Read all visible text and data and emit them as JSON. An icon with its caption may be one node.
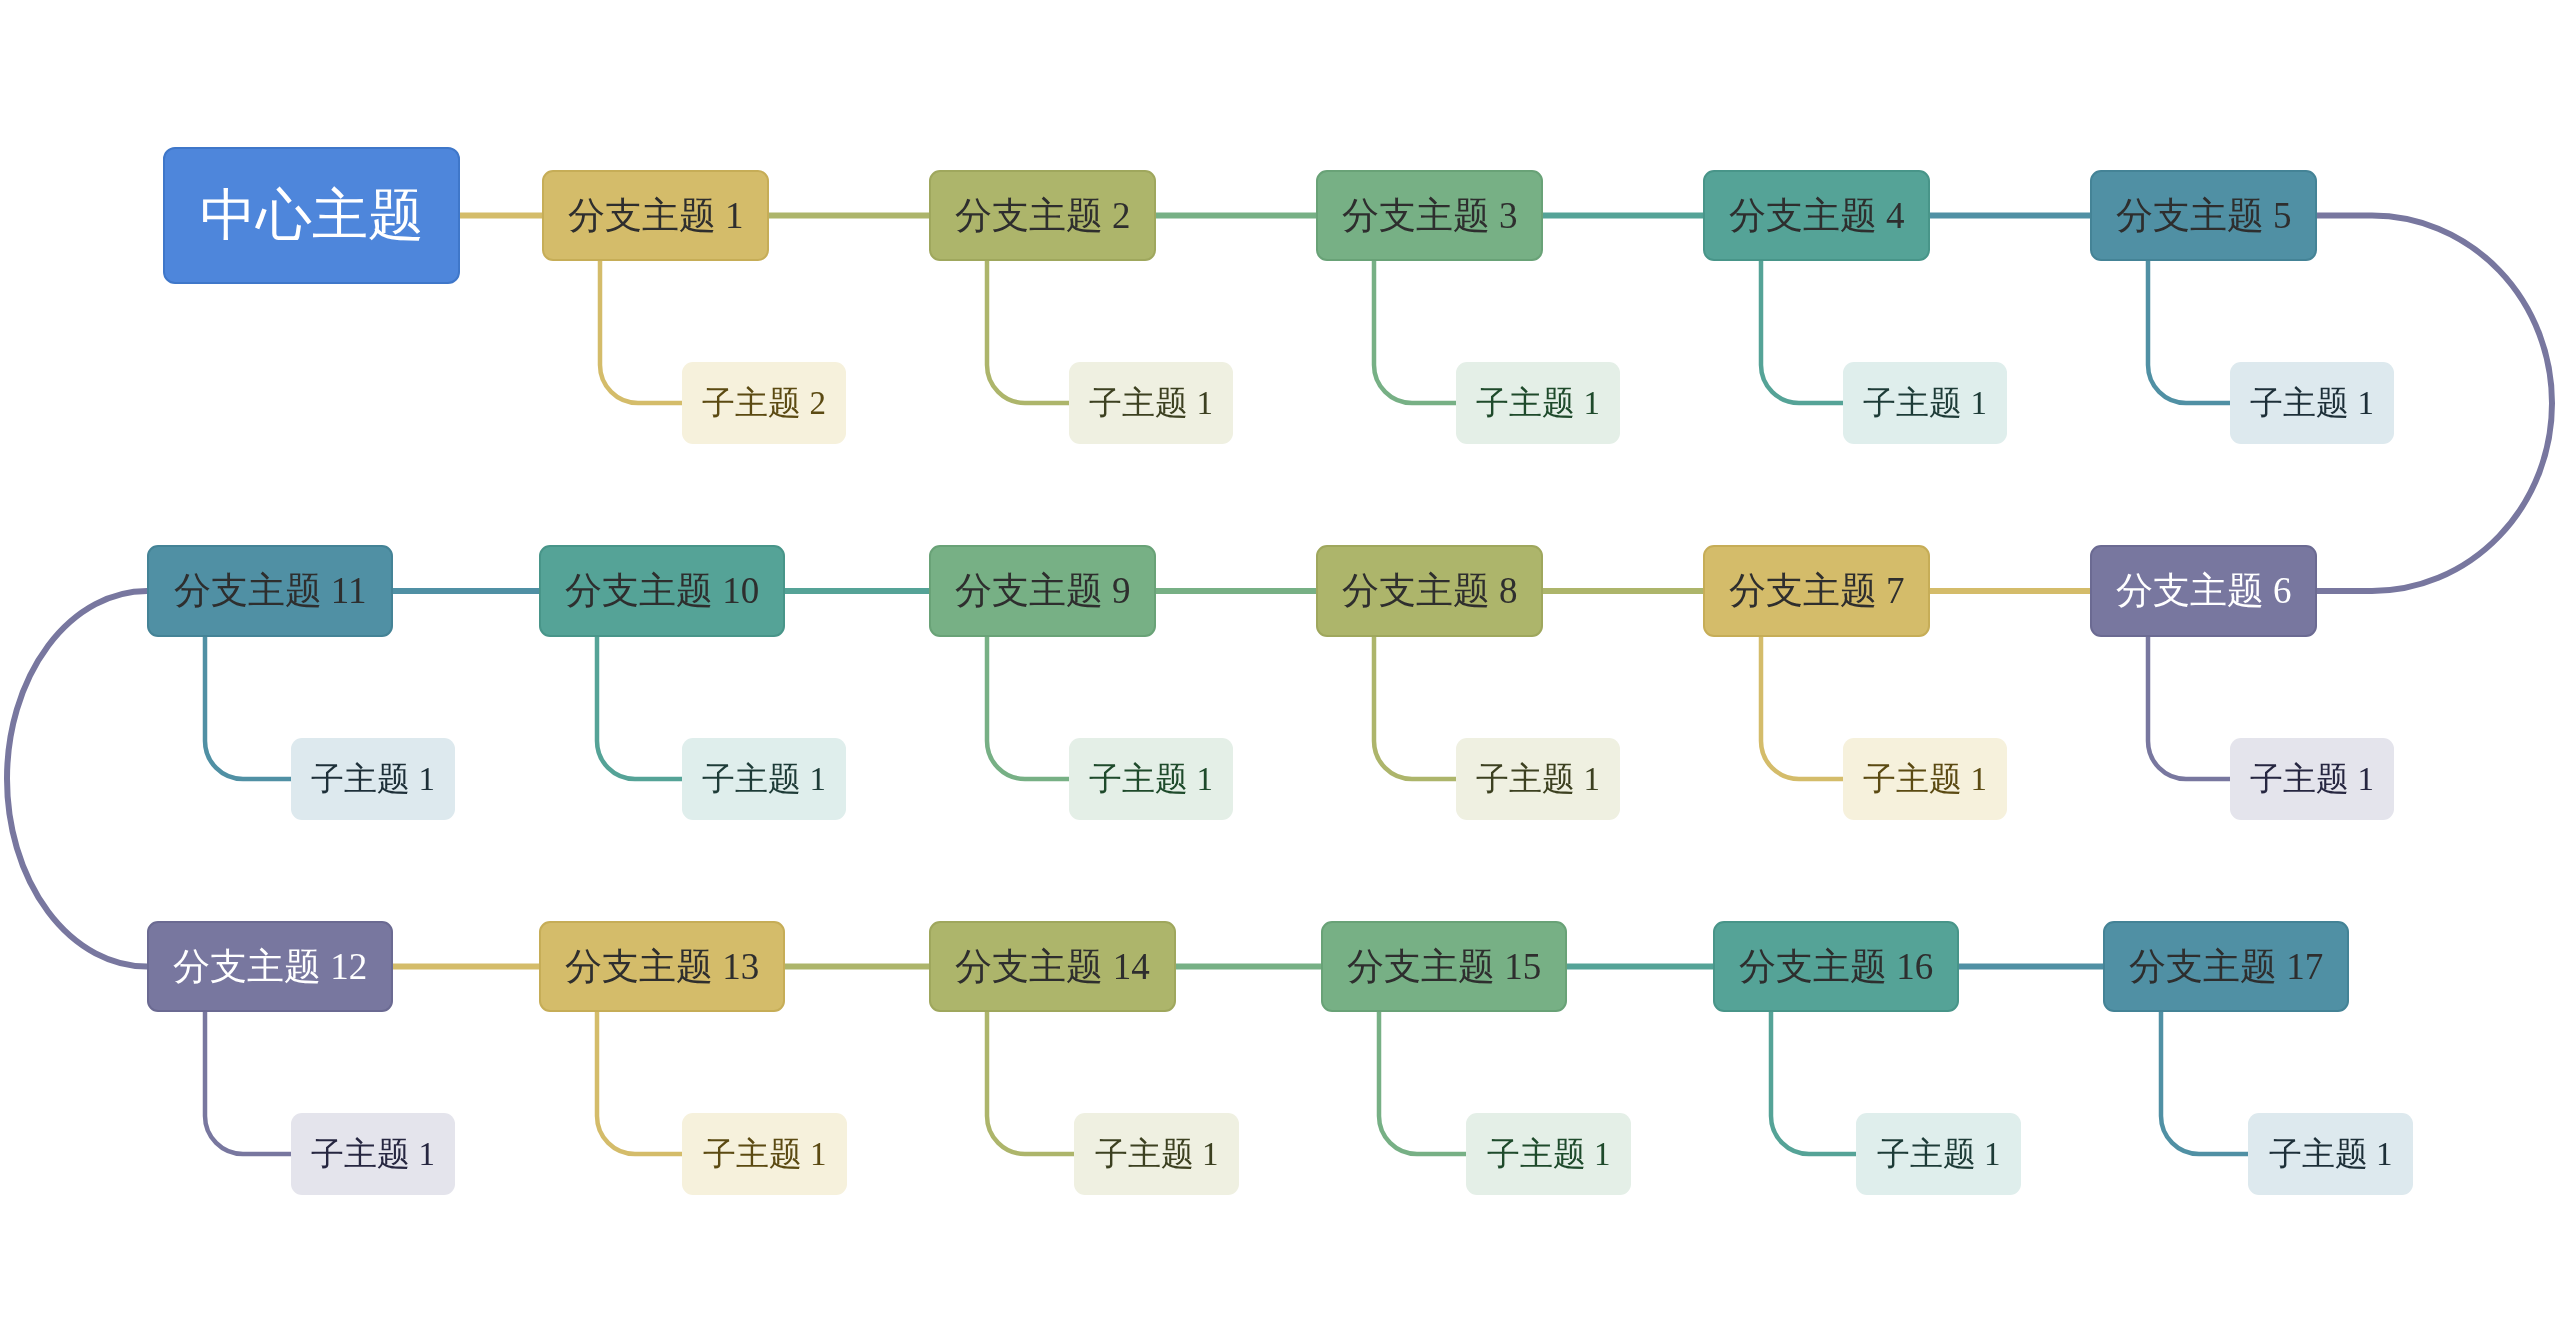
{
  "diagram": {
    "nodes": [
      {
        "text": [
          "中心主题"
        ]
      },
      {
        "text": [
          "分支主题 1"
        ]
      },
      {
        "text": [
          "子主题 2"
        ]
      },
      {
        "text": [
          "分支主题 2"
        ]
      },
      {
        "text": [
          "子主题 1"
        ]
      },
      {
        "text": [
          "分支主题 3"
        ]
      },
      {
        "text": [
          "子主题 1"
        ]
      },
      {
        "text": [
          "分支主题 4"
        ]
      },
      {
        "text": [
          "子主题 1"
        ]
      },
      {
        "text": [
          "分支主题 5"
        ]
      },
      {
        "text": [
          "子主题 1"
        ]
      },
      {
        "text": [
          "分支主题 6"
        ]
      },
      {
        "text": [
          "子主题 1"
        ]
      },
      {
        "text": [
          "分支主题 7"
        ]
      },
      {
        "text": [
          "子主题 1"
        ]
      },
      {
        "text": [
          "分支主题 8"
        ]
      },
      {
        "text": [
          "子主题 1"
        ]
      },
      {
        "text": [
          "分支主题 9"
        ]
      },
      {
        "text": [
          "子主题 1"
        ]
      },
      {
        "text": [
          "分支主题 10"
        ]
      },
      {
        "text": [
          "子主题 1"
        ]
      },
      {
        "text": [
          "分支主题 11"
        ]
      },
      {
        "text": [
          "子主题 1"
        ]
      },
      {
        "text": [
          "分支主题 12"
        ]
      },
      {
        "text": [
          "子主题 1"
        ]
      },
      {
        "text": [
          "分支主题 13"
        ]
      },
      {
        "text": [
          "子主题 1"
        ]
      },
      {
        "text": [
          "分支主题 14"
        ]
      },
      {
        "text": [
          "子主题 1"
        ]
      },
      {
        "text": [
          "分支主题 15"
        ]
      },
      {
        "text": [
          "子主题 1"
        ]
      },
      {
        "text": [
          "分支主题 16"
        ]
      },
      {
        "text": [
          "子主题 1"
        ]
      },
      {
        "text": [
          "分支主题 17"
        ]
      },
      {
        "text": [
          "子主题 1"
        ]
      }
    ],
    "edges": [
      {
        "from": 0,
        "to": 1,
        "arrow": "none",
        "color": "#d4bc6a"
      },
      {
        "from": 1,
        "to": 2,
        "arrow": "none",
        "color": "#d4bc6a"
      },
      {
        "from": 1,
        "to": 3,
        "arrow": "none",
        "color": "#adb56b"
      },
      {
        "from": 3,
        "to": 4,
        "arrow": "none",
        "color": "#adb56b"
      },
      {
        "from": 3,
        "to": 5,
        "arrow": "none",
        "color": "#77b085"
      },
      {
        "from": 5,
        "to": 6,
        "arrow": "none",
        "color": "#77b085"
      },
      {
        "from": 5,
        "to": 7,
        "arrow": "none",
        "color": "#55a397"
      },
      {
        "from": 7,
        "to": 8,
        "arrow": "none",
        "color": "#55a397"
      },
      {
        "from": 7,
        "to": 9,
        "arrow": "none",
        "color": "#5090a4"
      },
      {
        "from": 9,
        "to": 10,
        "arrow": "none",
        "color": "#5090a4"
      },
      {
        "from": 9,
        "to": 11,
        "arrow": "none",
        "color": "#78779f"
      },
      {
        "from": 11,
        "to": 12,
        "arrow": "none",
        "color": "#78779f"
      },
      {
        "from": 11,
        "to": 13,
        "arrow": "none",
        "color": "#d4bc6a"
      },
      {
        "from": 13,
        "to": 14,
        "arrow": "none",
        "color": "#d4bc6a"
      },
      {
        "from": 13,
        "to": 15,
        "arrow": "none",
        "color": "#adb56b"
      },
      {
        "from": 15,
        "to": 16,
        "arrow": "none",
        "color": "#adb56b"
      },
      {
        "from": 15,
        "to": 17,
        "arrow": "none",
        "color": "#77b085"
      },
      {
        "from": 17,
        "to": 18,
        "arrow": "none",
        "color": "#77b085"
      },
      {
        "from": 17,
        "to": 19,
        "arrow": "none",
        "color": "#55a397"
      },
      {
        "from": 19,
        "to": 20,
        "arrow": "none",
        "color": "#55a397"
      },
      {
        "from": 19,
        "to": 21,
        "arrow": "none",
        "color": "#5090a4"
      },
      {
        "from": 21,
        "to": 22,
        "arrow": "none",
        "color": "#5090a4"
      },
      {
        "from": 21,
        "to": 23,
        "arrow": "none",
        "color": "#78779f"
      },
      {
        "from": 23,
        "to": 24,
        "arrow": "none",
        "color": "#78779f"
      },
      {
        "from": 23,
        "to": 25,
        "arrow": "none",
        "color": "#d4bc6a"
      },
      {
        "from": 25,
        "to": 26,
        "arrow": "none",
        "color": "#d4bc6a"
      },
      {
        "from": 25,
        "to": 27,
        "arrow": "none",
        "color": "#adb56b"
      },
      {
        "from": 27,
        "to": 28,
        "arrow": "none",
        "color": "#adb56b"
      },
      {
        "from": 27,
        "to": 29,
        "arrow": "none",
        "color": "#77b085"
      },
      {
        "from": 29,
        "to": 30,
        "arrow": "none",
        "color": "#77b085"
      },
      {
        "from": 29,
        "to": 31,
        "arrow": "none",
        "color": "#55a397"
      },
      {
        "from": 31,
        "to": 32,
        "arrow": "none",
        "color": "#55a397"
      },
      {
        "from": 31,
        "to": 33,
        "arrow": "none",
        "color": "#5090a4"
      },
      {
        "from": 33,
        "to": 34,
        "arrow": "none",
        "color": "#5090a4"
      }
    ]
  }
}
